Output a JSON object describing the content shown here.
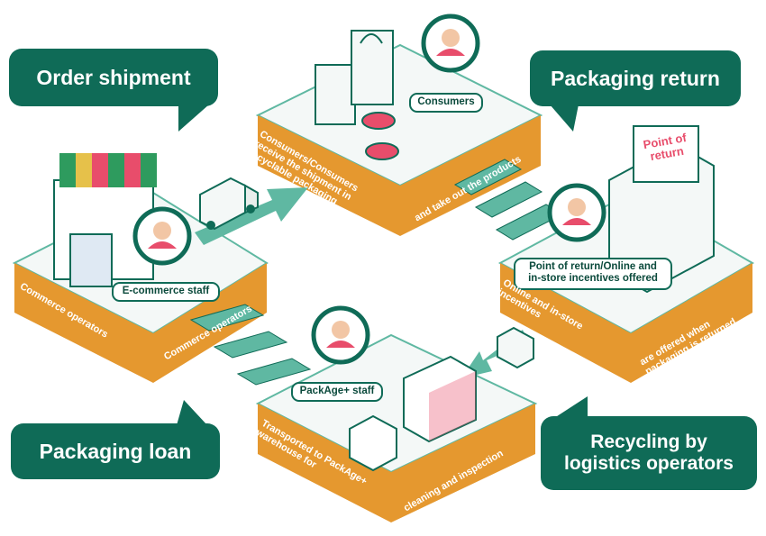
{
  "bubbles": {
    "order_shipment": "Order shipment",
    "packaging_return": "Packaging return",
    "packaging_loan": "Packaging loan",
    "recycling": "Recycling by\nlogistics operators"
  },
  "tags": {
    "consumers": "Consumers",
    "ecommerce_staff": "E-commerce staff",
    "point_of_return": "Point of return/Online and\nin-store incentives offered",
    "packageplus_staff": "PackAge+ staff"
  },
  "platform_text": {
    "top_left": "Consumers/Consumers\nreceive the shipment in\nrecyclable packaging",
    "top_right": "and take out the products",
    "left_left": "Commerce operators",
    "left_right": "Commerce operators",
    "right_left": "Online and in-store\nincentives",
    "right_right": "are offered when\npackaging is returned",
    "bottom_left": "Transported to PackAge+\nwarehouse for",
    "bottom_right": "cleaning and inspection"
  },
  "sign": {
    "point_of_return": "Point of\nreturn"
  },
  "colors": {
    "green": "#0f6b57",
    "teal": "#5fb8a2",
    "orange": "#e5982f",
    "platform_top": "#f4f8f7"
  }
}
